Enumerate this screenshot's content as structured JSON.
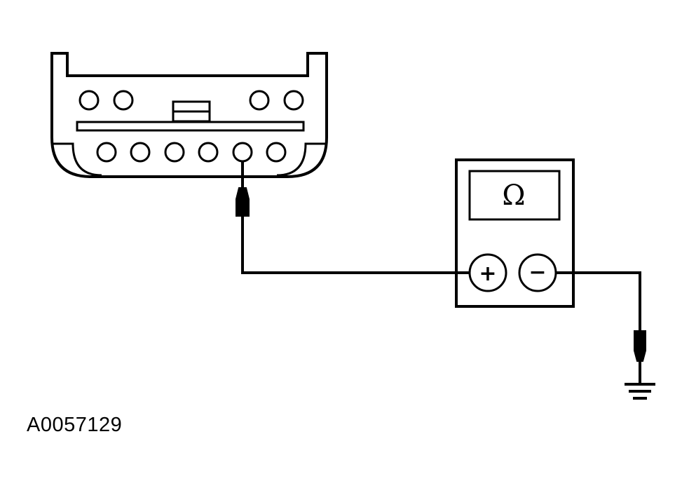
{
  "figure_id": "A0057129",
  "multimeter": {
    "display_symbol": "Ω",
    "positive_terminal": "+",
    "negative_terminal": "−"
  },
  "connector": {
    "top_row_pins": 4,
    "bottom_row_pins": 6,
    "probed_pin_index": 5
  }
}
